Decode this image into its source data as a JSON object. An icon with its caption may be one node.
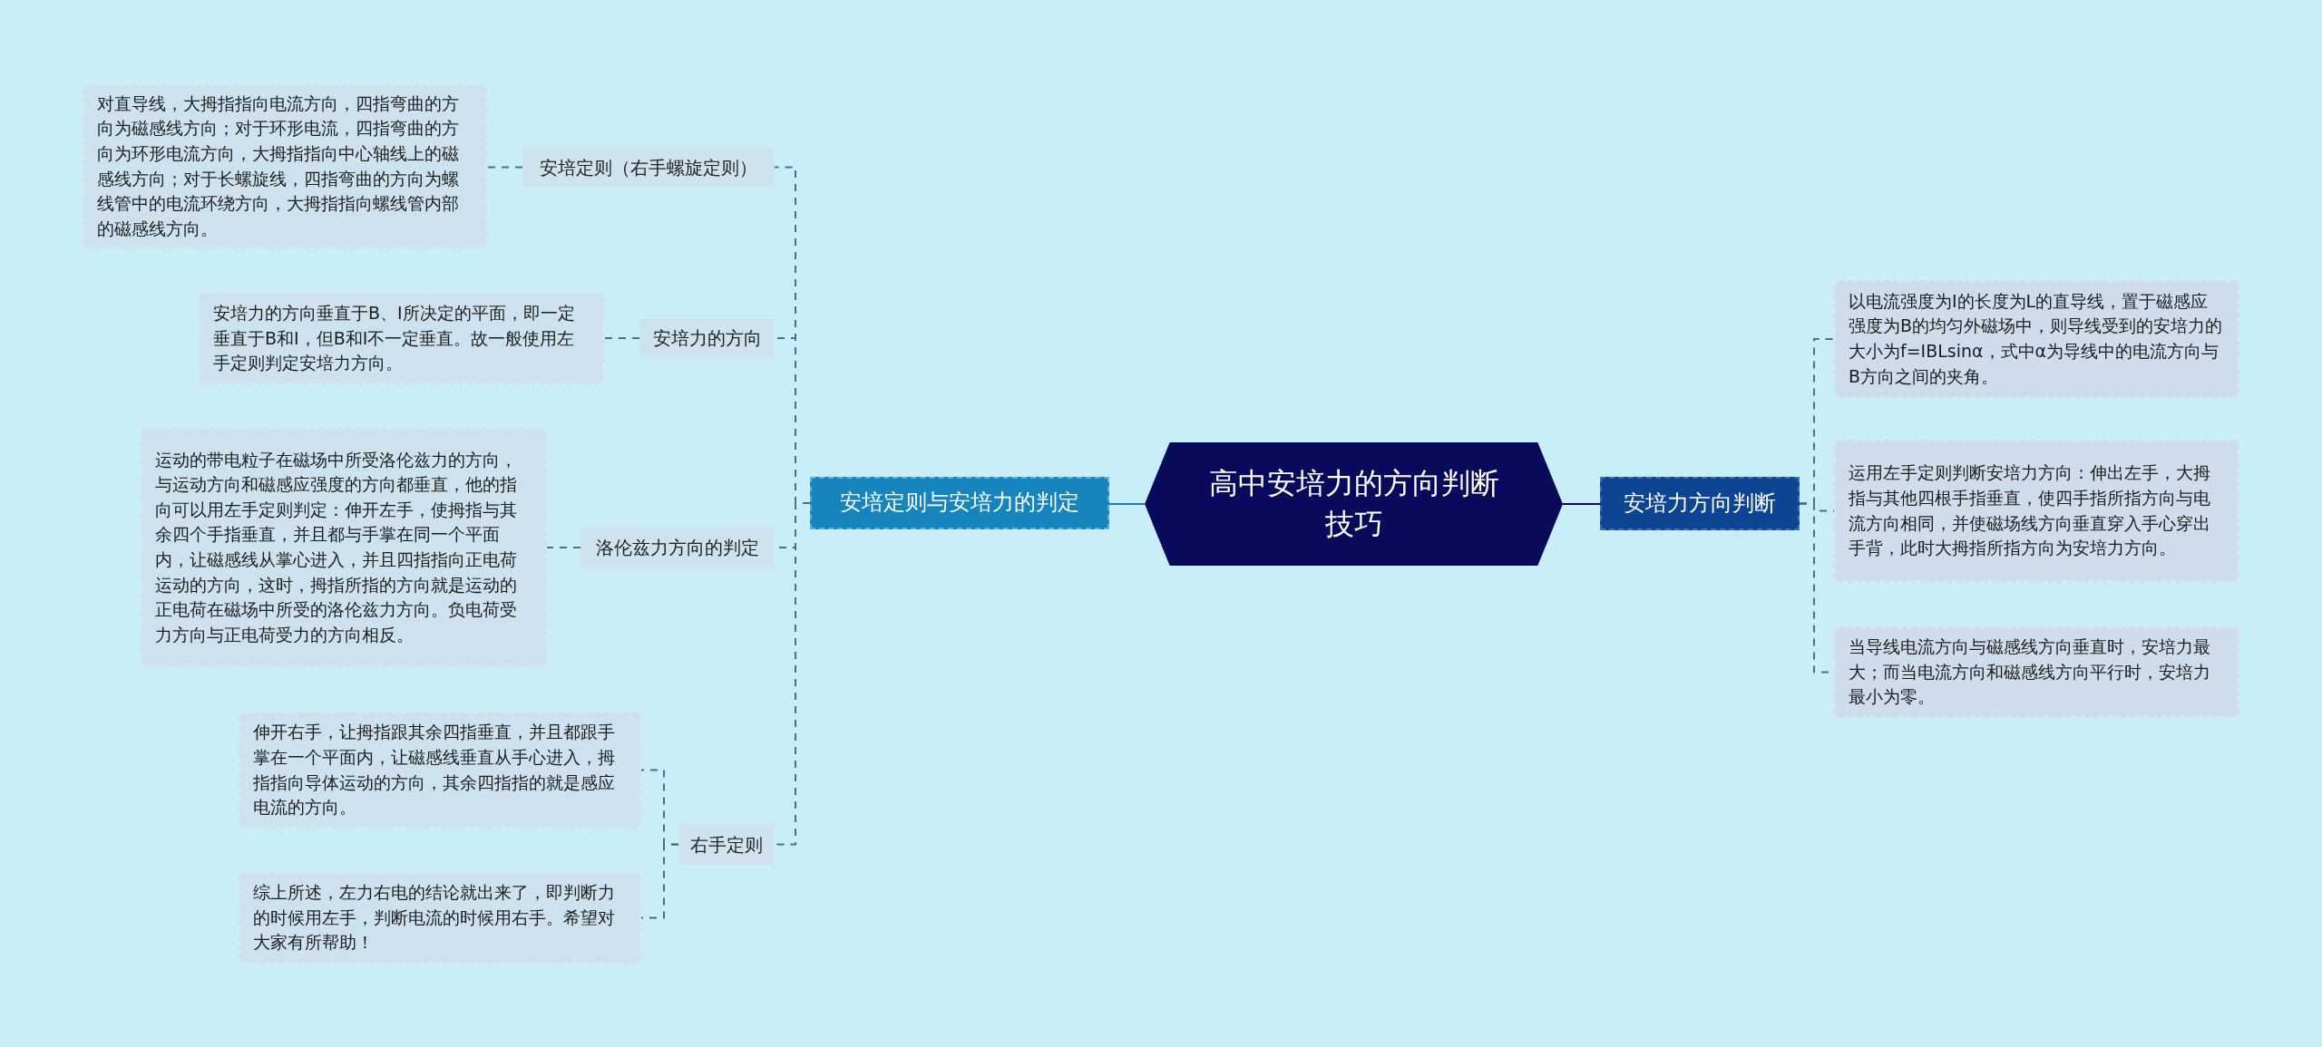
{
  "diagram": {
    "nodes": [
      {
        "text": [
          "高中安培力的方向判断技巧"
        ]
      },
      {
        "text": [
          "安培定则与安培力的判定"
        ]
      },
      {
        "text": [
          "安培定则（右手螺旋定则）"
        ]
      },
      {
        "text": [
          "对直导线，大拇指指向电流方向，四指弯曲的方向为磁感线方向；对于环形电流，四指弯曲的方向为环形电流方向，大拇指指向中心轴线上的磁感线方向；对于长螺旋线，四指弯曲的方向为螺线管中的电流环绕方向，大拇指指向螺线管内部的磁感线方向。"
        ]
      },
      {
        "text": [
          "安培力的方向"
        ]
      },
      {
        "text": [
          "安培力的方向垂直于B、I所决定的平面，即一定垂直于B和I，但B和I不一定垂直。故一般使用左手定则判定安培力方向。"
        ]
      },
      {
        "text": [
          "洛伦兹力方向的判定"
        ]
      },
      {
        "text": [
          "运动的带电粒子在磁场中所受洛伦兹力的方向，与运动方向和磁感应强度的方向都垂直，他的指向可以用左手定则判定：伸开左手，使拇指与其余四个手指垂直，并且都与手掌在同一个平面内，让磁感线从掌心进入，并且四指指向正电荷运动的方向，这时，拇指所指的方向就是运动的正电荷在磁场中所受的洛伦兹力方向。负电荷受力方向与正电荷受力的方向相反。"
        ]
      },
      {
        "text": [
          "右手定则"
        ]
      },
      {
        "text": [
          "伸开右手，让拇指跟其余四指垂直，并且都跟手掌在一个平面内，让磁感线垂直从手心进入，拇指指向导体运动的方向，其余四指指的就是感应电流的方向。"
        ]
      },
      {
        "text": [
          "综上所述，左力右电的结论就出来了，即判断力的时候用左手，判断电流的时候用右手。希望对大家有所帮助！"
        ]
      },
      {
        "text": [
          "安培力方向判断"
        ]
      },
      {
        "text": [
          "以电流强度为I的长度为L的直导线，置于磁感应强度为B的均匀外磁场中，则导线受到的安培力的大小为f=IBLsinα，式中α为导线中的电流方向与B方向之间的夹角。"
        ]
      },
      {
        "text": [
          "运用左手定则判断安培力方向：伸出左手，大拇指与其他四根手指垂直，使四手指所指方向与电流方向相同，并使磁场线方向垂直穿入手心穿出手背，此时大拇指所指方向为安培力方向。"
        ]
      },
      {
        "text": [
          "当导线电流方向与磁感线方向垂直时，安培力最大；而当电流方向和磁感线方向平行时，安培力最小为零。"
        ]
      }
    ],
    "edges": [
      {
        "from": 0,
        "to": 1,
        "arrow": "none",
        "color": "#1a80b8"
      },
      {
        "from": 1,
        "to": 2,
        "arrow": "none",
        "style": "dashed"
      },
      {
        "from": 2,
        "to": 3,
        "arrow": "none",
        "style": "dashed"
      },
      {
        "from": 1,
        "to": 4,
        "arrow": "none",
        "style": "dashed"
      },
      {
        "from": 4,
        "to": 5,
        "arrow": "none",
        "style": "dashed"
      },
      {
        "from": 1,
        "to": 6,
        "arrow": "none",
        "style": "dashed"
      },
      {
        "from": 6,
        "to": 7,
        "arrow": "none",
        "style": "dashed"
      },
      {
        "from": 1,
        "to": 8,
        "arrow": "none",
        "style": "dashed"
      },
      {
        "from": 8,
        "to": 9,
        "arrow": "none",
        "style": "dashed"
      },
      {
        "from": 8,
        "to": 10,
        "arrow": "none",
        "style": "dashed"
      },
      {
        "from": 0,
        "to": 11,
        "arrow": "none",
        "color": "#0b0b5c"
      },
      {
        "from": 11,
        "to": 12,
        "arrow": "none",
        "style": "dashed"
      },
      {
        "from": 11,
        "to": 13,
        "arrow": "none",
        "style": "dashed"
      },
      {
        "from": 11,
        "to": 14,
        "arrow": "none",
        "style": "dashed"
      }
    ]
  }
}
